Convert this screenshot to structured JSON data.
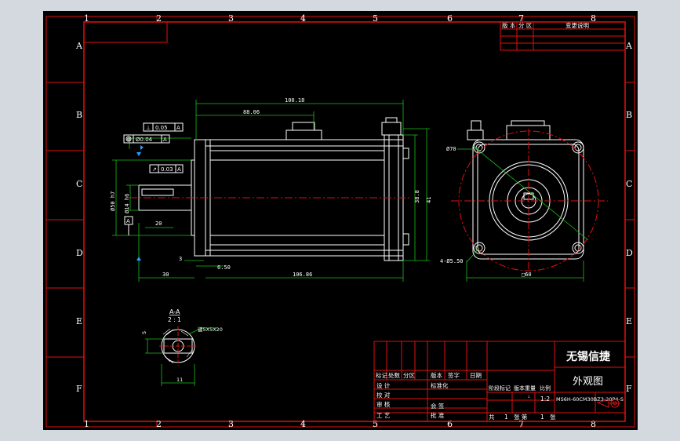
{
  "border": {
    "columns": [
      "1",
      "2",
      "3",
      "4",
      "5",
      "6",
      "7",
      "8"
    ],
    "rows": [
      "A",
      "B",
      "C",
      "D",
      "E",
      "F"
    ]
  },
  "revision_table": {
    "headers": [
      "版 本",
      "分 区",
      "变更说明"
    ]
  },
  "side_view": {
    "dims": {
      "overall": "100.18",
      "flange_to_connector": "88.06",
      "body_length": "106.86",
      "shaft_length": "30",
      "key_length": "20",
      "height_a": "38.8",
      "height_b": "41",
      "shaft_dia": "Ø14 h6",
      "pilot_dia": "Ø50 h7",
      "flange_thickness": "3",
      "shoulder": "6.50"
    },
    "gdt": {
      "perpendicularity": "0.05",
      "perp_datum": "A",
      "concentricity": "Ø0.04",
      "conc_datum": "A",
      "runout": "0.03",
      "runout_datum": "A",
      "datum": "A"
    }
  },
  "front_view": {
    "pcd": "Ø70",
    "holes": "4-Ø5.50",
    "square": "□60"
  },
  "section": {
    "title": "A-A",
    "scale": "2 : 1",
    "key_note": "键5X5X20",
    "depth": "5",
    "width": "11"
  },
  "title_block": {
    "company": "无锡信捷",
    "drawing_title": "外观图",
    "part_number": "MS6H-60CM30BZ3-20P4-S",
    "scale": "1:2",
    "scale_prefix": "¹",
    "sheet_total_label": "共",
    "sheet_total": "1",
    "sheet_label": "张 第",
    "sheet_no": "1",
    "sheet_suffix": "张",
    "rev_headers": [
      "标记",
      "处数",
      "分区",
      "版本",
      "签字",
      "日期"
    ],
    "roles": [
      "设 计",
      "校 对",
      "审 核",
      "工 艺"
    ],
    "std": "标准化",
    "countersign": "会 签",
    "approve": "批 准",
    "stage_headers": [
      "阶段标记",
      "版本重量",
      "比例"
    ]
  },
  "colors": {
    "frame": "#e01010",
    "outline": "#ffffff",
    "dimension": "#18c018",
    "text": "#ffffff"
  }
}
